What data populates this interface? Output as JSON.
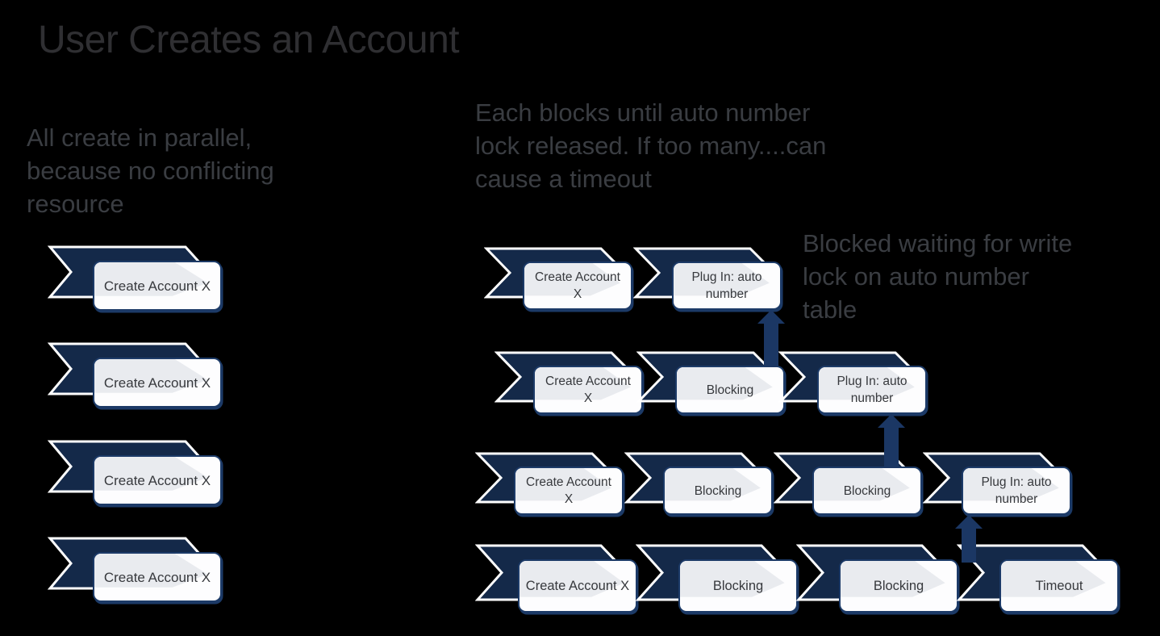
{
  "slide": {
    "title": "User Creates an Account",
    "background": "#000000"
  },
  "notes": {
    "parallel": {
      "lines": [
        "All create in parallel,",
        "because no conflicting",
        "resource"
      ]
    },
    "blocks": {
      "lines": [
        "Each blocks until auto number",
        "lock released. If too many....can",
        "cause a timeout"
      ]
    },
    "blocked_lock": {
      "lines": [
        "Blocked waiting for write",
        "lock on auto number",
        "table"
      ]
    }
  },
  "left_column": {
    "items": [
      {
        "label": "Create Account X"
      },
      {
        "label": "Create Account X"
      },
      {
        "label": "Create Account X"
      },
      {
        "label": "Create Account X"
      }
    ]
  },
  "right_grid": {
    "rows": [
      {
        "items": [
          {
            "label": "Create Account X"
          },
          {
            "label": "Plug In: auto number"
          }
        ]
      },
      {
        "items": [
          {
            "label": "Create Account X"
          },
          {
            "label": "Blocking"
          },
          {
            "label": "Plug In: auto number"
          }
        ]
      },
      {
        "items": [
          {
            "label": "Create Account X"
          },
          {
            "label": "Blocking"
          },
          {
            "label": "Blocking"
          },
          {
            "label": "Plug In: auto number"
          }
        ]
      },
      {
        "items": [
          {
            "label": "Create Account X"
          },
          {
            "label": "Blocking"
          },
          {
            "label": "Blocking"
          },
          {
            "label": "Timeout"
          }
        ]
      }
    ]
  },
  "arrows": [
    {
      "name": "arrow-row2-to-row1"
    },
    {
      "name": "arrow-row3-to-row2"
    },
    {
      "name": "arrow-row4-to-row3"
    }
  ],
  "colors": {
    "background": "#000000",
    "chevron": "#142949",
    "chevron_outline": "#FFFFFF",
    "arrow": "#1B3764",
    "box_border": "#1C3A67",
    "box_fill": "#FDFDFE",
    "box_inner_arrow": "#E9EBEF",
    "title_text": "#2F2F32",
    "note_text": "#3A3D42",
    "box_text": "#37393D"
  }
}
